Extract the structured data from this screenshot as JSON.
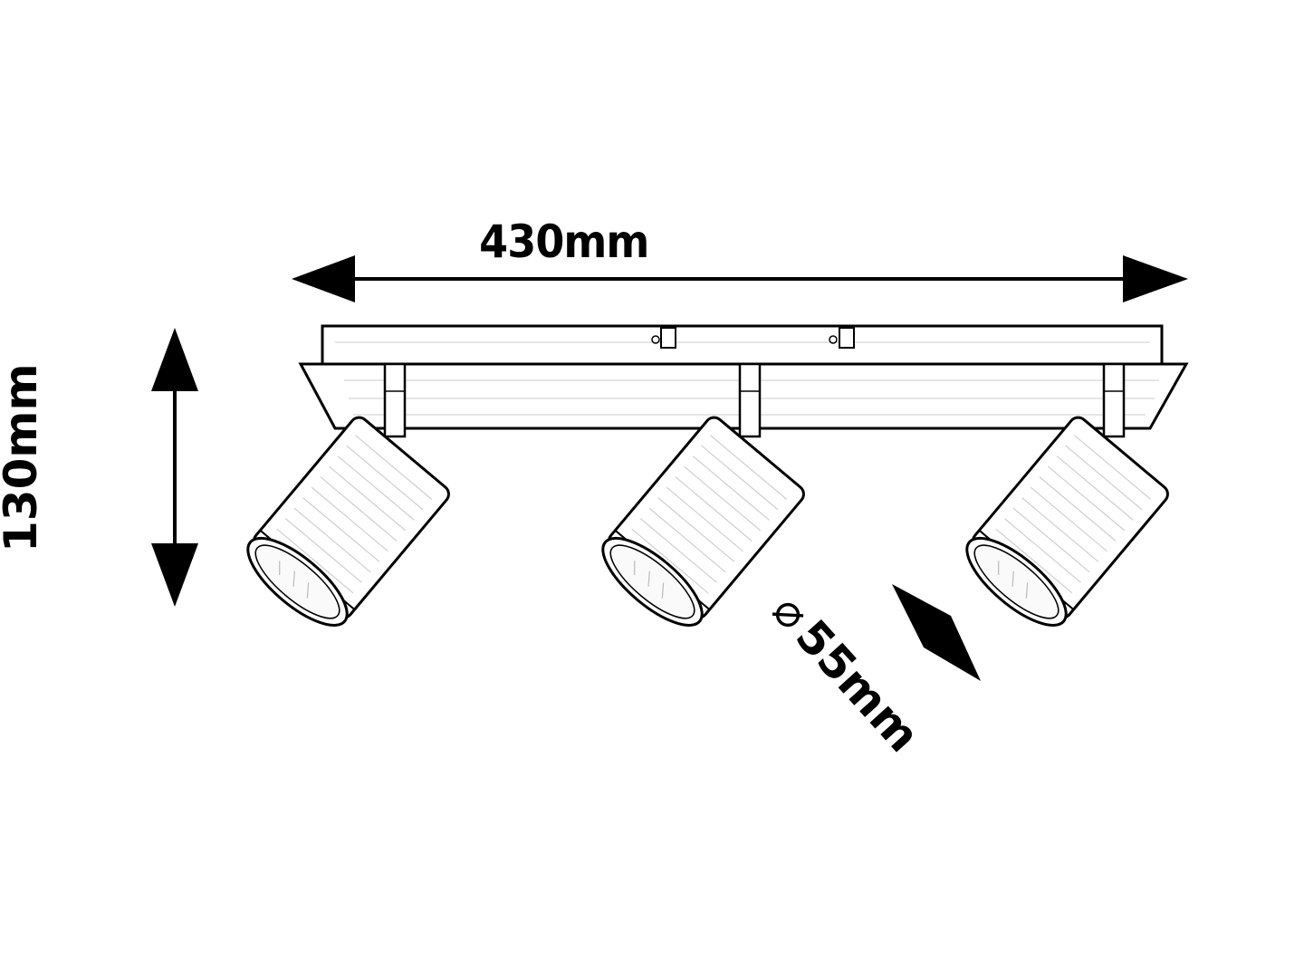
{
  "diagram": {
    "subject": "Three-spot ceiling spotlight bar",
    "colors": {
      "line": "#000000",
      "fill": "#ffffff",
      "hatch": "#c8c8c8"
    },
    "dimensions": {
      "width": {
        "label": "430mm",
        "value": 430,
        "unit": "mm",
        "orientation": "horizontal"
      },
      "height": {
        "label": "130mm",
        "value": 130,
        "unit": "mm",
        "orientation": "vertical"
      },
      "diameter": {
        "symbol": "⌀",
        "label": "55mm",
        "value": 55,
        "unit": "mm",
        "orientation": "diagonal"
      }
    },
    "components": {
      "base_plate": "rectangular ceiling canopy with 2 mounting clips",
      "spots": [
        {
          "id": 1,
          "position": "left"
        },
        {
          "id": 2,
          "position": "center"
        },
        {
          "id": 3,
          "position": "right"
        }
      ]
    }
  }
}
